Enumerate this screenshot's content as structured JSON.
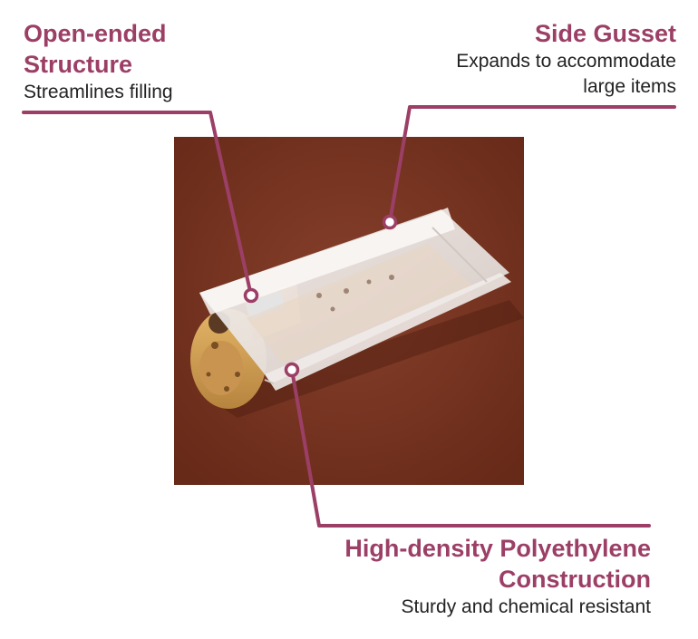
{
  "colors": {
    "accent": "#9c3f66",
    "text": "#222222",
    "photo_background": "#74301f"
  },
  "callouts": {
    "open_ended": {
      "title_line1": "Open-ended",
      "title_line2": "Structure",
      "description": "Streamlines filling"
    },
    "side_gusset": {
      "title": "Side Gusset",
      "description_line1": "Expands to accommodate",
      "description_line2": "large items"
    },
    "hdpe": {
      "title_line1": "High-density Polyethylene",
      "title_line2": "Construction",
      "description": "Sturdy and chemical resistant"
    }
  },
  "photo": {
    "subject": "bread-bag-with-loaf"
  }
}
